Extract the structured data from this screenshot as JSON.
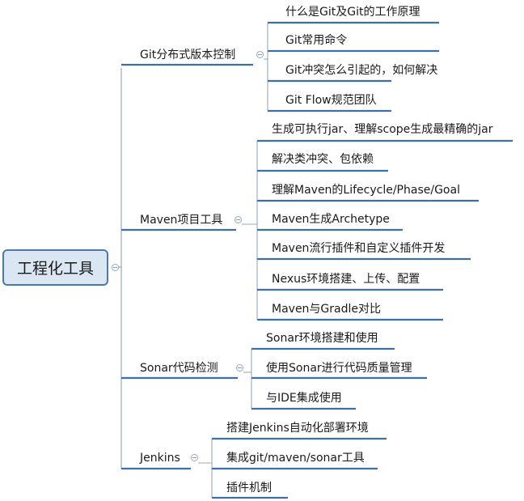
{
  "root": {
    "label": "工程化工具"
  },
  "branches": [
    {
      "label": "Git分布式版本控制",
      "children": [
        "什么是Git及Git的工作原理",
        "Git常用命令",
        "Git冲突怎么引起的，如何解决",
        "Git Flow规范团队"
      ]
    },
    {
      "label": "Maven项目工具",
      "children": [
        "生成可执行jar、理解scope生成最精确的jar",
        "解决类冲突、包依赖",
        "理解Maven的Lifecycle/Phase/Goal",
        "Maven生成Archetype",
        "Maven流行插件和自定义插件开发",
        "Nexus环境搭建、上传、配置",
        "Maven与Gradle对比"
      ]
    },
    {
      "label": "Sonar代码检测",
      "children": [
        "Sonar环境搭建和使用",
        "使用Sonar进行代码质量管理",
        "与IDE集成使用"
      ]
    },
    {
      "label": "Jenkins",
      "children": [
        "搭建Jenkins自动化部署环境",
        "集成git/maven/sonar工具",
        "插件机制"
      ]
    }
  ],
  "colors": {
    "line": "#3d6fa8",
    "connector": "#9aa9bf",
    "root_fill": "#dbe6f3",
    "root_border": "#4a79b0"
  }
}
